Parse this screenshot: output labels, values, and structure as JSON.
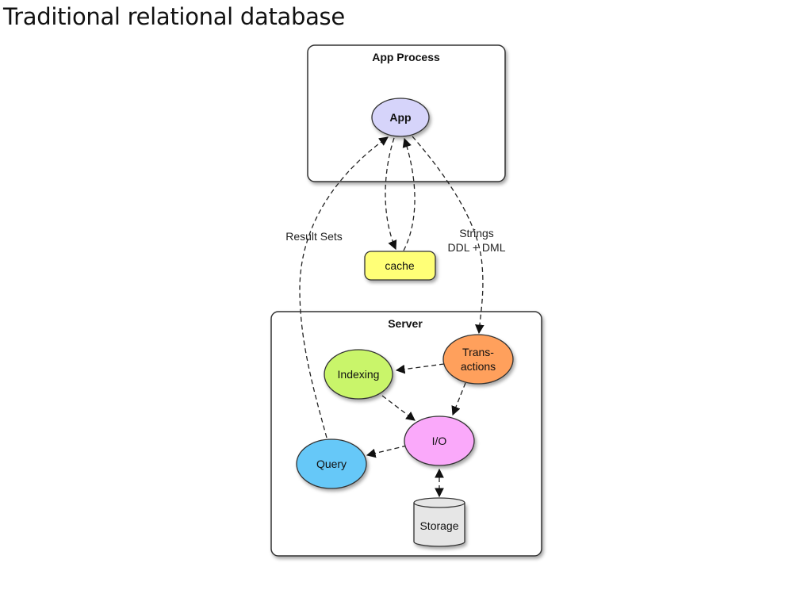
{
  "slide": {
    "title": "Traditional relational database"
  },
  "diagram": {
    "app_process": {
      "title": "App Process",
      "app_node": "App"
    },
    "cache": {
      "label": "cache",
      "color": "#FFFF77"
    },
    "edge_labels": {
      "result_sets": "Result Sets",
      "strings_line1": "Strings",
      "strings_line2": "DDL + DML"
    },
    "server": {
      "title": "Server",
      "transactions_line1": "Trans-",
      "transactions_line2": "actions",
      "indexing": "Indexing",
      "io": "I/O",
      "query": "Query",
      "storage": "Storage"
    },
    "colors": {
      "app": "#D6D4FA",
      "transactions": "#FFA05C",
      "indexing": "#C9F56A",
      "io": "#FAA9FA",
      "query": "#66C8F8",
      "storage": "#E6E6E6"
    }
  }
}
